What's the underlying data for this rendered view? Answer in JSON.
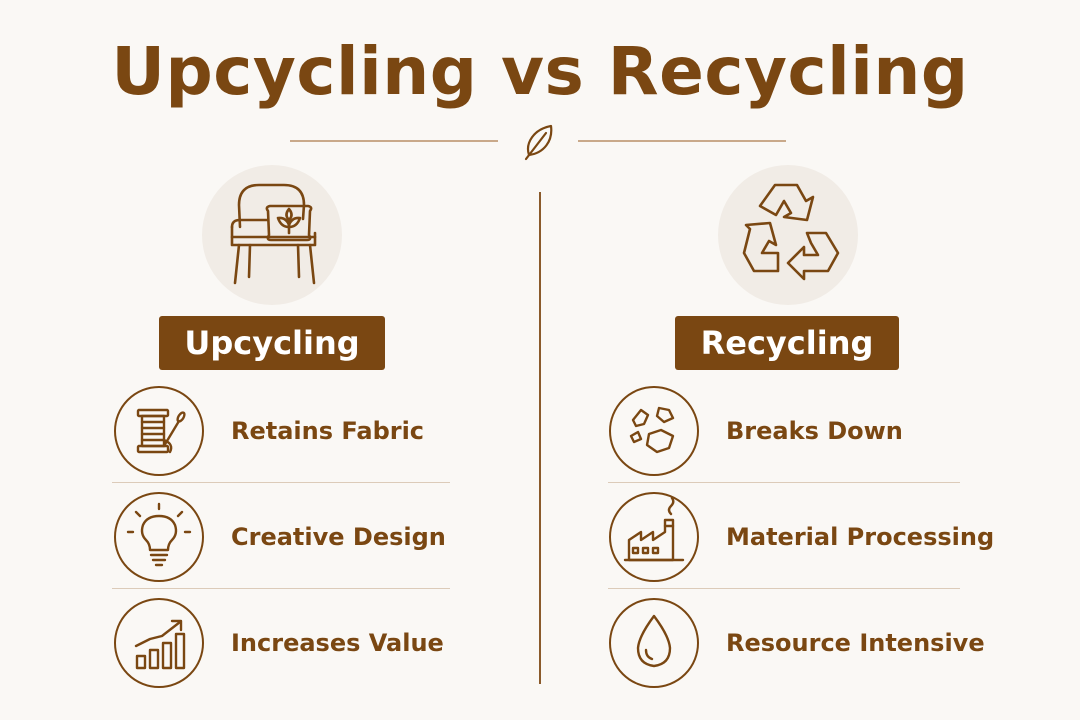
{
  "title": "Upcycling vs Recycling",
  "colors": {
    "brown": "#7A4712",
    "background": "#FAF8F5",
    "circle_fill": "#F1ECE6",
    "divider": "#8A5A2B"
  },
  "upcycling": {
    "heading": "Upcycling",
    "hero_icon": "chair-with-leaf-pillow-icon",
    "items": [
      {
        "label": "Retains Fabric",
        "icon": "thread-spool-needle-icon"
      },
      {
        "label": "Creative Design",
        "icon": "lightbulb-icon"
      },
      {
        "label": "Increases Value",
        "icon": "bar-chart-growth-icon"
      }
    ]
  },
  "recycling": {
    "heading": "Recycling",
    "hero_icon": "recycle-arrows-icon",
    "items": [
      {
        "label": "Breaks Down",
        "icon": "fragments-icon"
      },
      {
        "label": "Material Processing",
        "icon": "factory-icon"
      },
      {
        "label": "Resource Intensive",
        "icon": "water-drop-icon"
      }
    ]
  }
}
